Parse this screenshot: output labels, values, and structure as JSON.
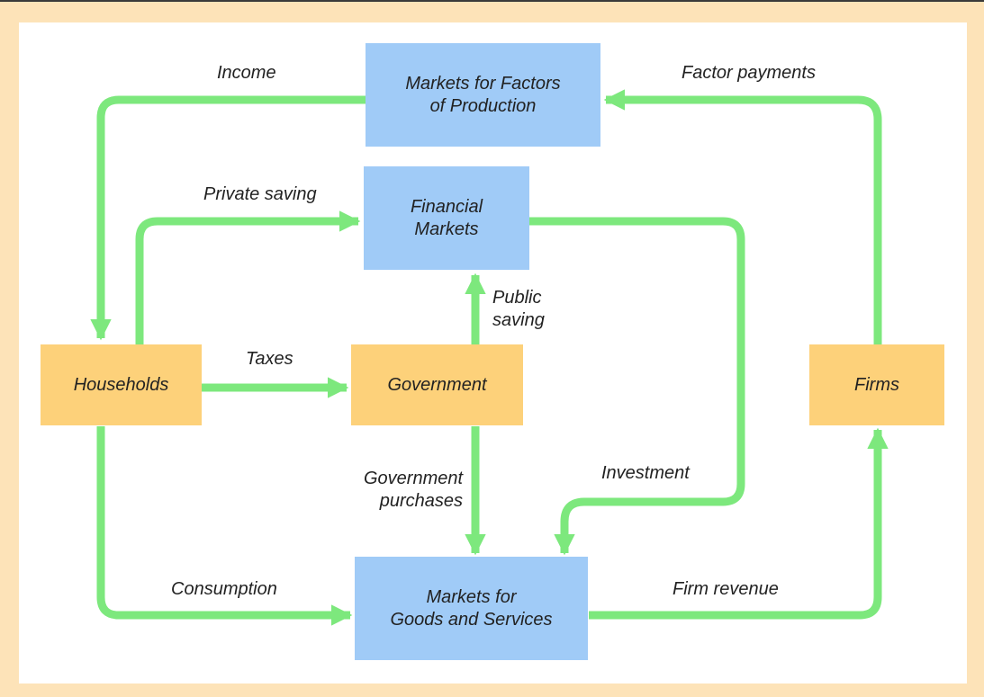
{
  "boxes": {
    "factor_markets": "Markets for Factors\nof Production",
    "financial_markets": "Financial\nMarkets",
    "households": "Households",
    "government": "Government",
    "firms": "Firms",
    "goods_markets": "Markets for\nGoods and Services"
  },
  "flows": {
    "income": "Income",
    "factor_payments": "Factor payments",
    "private_saving": "Private saving",
    "public_saving": "Public\nsaving",
    "taxes": "Taxes",
    "government_purchases": "Government\npurchases",
    "investment": "Investment",
    "consumption": "Consumption",
    "firm_revenue": "Firm revenue"
  },
  "colors": {
    "flow_arrow": "#7de87d",
    "market_box": "#a0cbf7",
    "sector_box": "#fdd17a",
    "frame": "#fde3b8"
  }
}
